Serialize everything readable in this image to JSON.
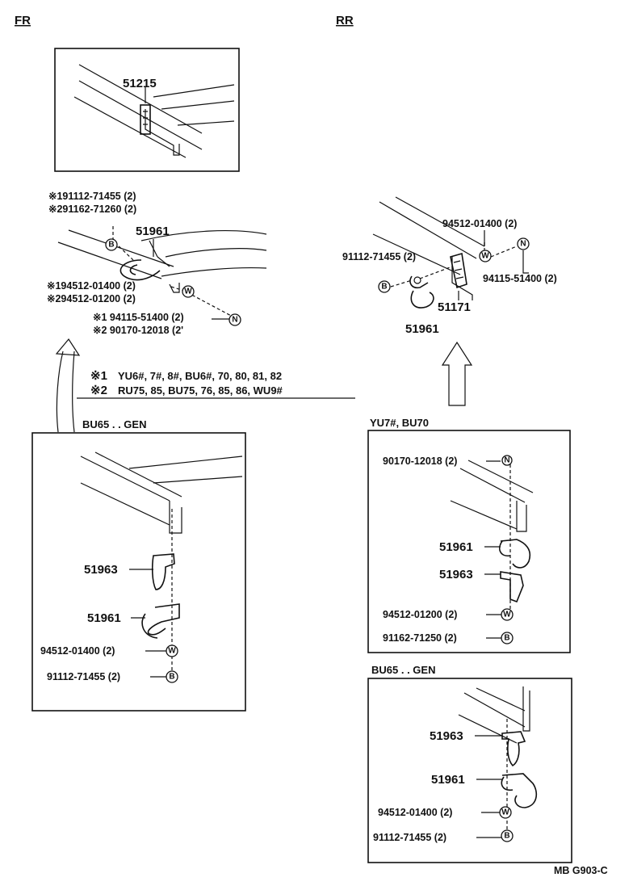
{
  "headers": {
    "front": "FR",
    "rear": "RR"
  },
  "front": {
    "inset_part": "51215",
    "bolt_line1": "※191112-71455 (2)",
    "bolt_line2": "※291162-71260 (2)",
    "hook_part": "51961",
    "washer_line1": "※194512-01400 (2)",
    "washer_line2": "※294512-01200 (2)",
    "nut_line1": "※1 94115-51400 (2)",
    "nut_line2": "※2 90170-12018 (2'",
    "note1_mark": "※1",
    "note1_text": "YU6#, 7#, 8#, BU6#, 70, 80, 81, 82",
    "note2_mark": "※2",
    "note2_text": "RU75, 85, BU75, 76, 85, 86, WU9#",
    "variant_label": "BU65 . . GEN",
    "variant_plate": "51963",
    "variant_hook": "51961",
    "variant_washer": "94512-01400 (2)",
    "variant_bolt": "91112-71455 (2)"
  },
  "rear": {
    "washer_part": "94512-01400 (2)",
    "bolt_part": "91112-71455 (2)",
    "nut_part": "94115-51400 (2)",
    "bracket_part": "51171",
    "hook_part": "51961",
    "variant1_label": "YU7#, BU70",
    "variant1_nut": "90170-12018 (2)",
    "variant1_hook": "51961",
    "variant1_plate": "51963",
    "variant1_washer": "94512-01200 (2)",
    "variant1_bolt": "91162-71250 (2)",
    "variant2_label": "BU65 . . GEN",
    "variant2_plate": "51963",
    "variant2_hook": "51961",
    "variant2_washer": "94512-01400 (2)",
    "variant2_bolt": "91112-71455 (2)"
  },
  "symbols": {
    "bolt": "B",
    "washer": "W",
    "nut": "N"
  },
  "footer_code": "MB G903-C"
}
